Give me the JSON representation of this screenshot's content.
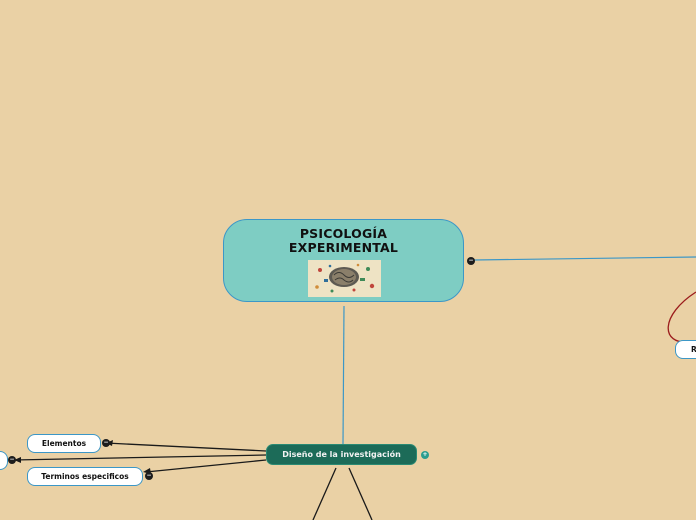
{
  "central_topic": {
    "title_line1": "PSICOLOGÍA",
    "title_line2": "EXPERIMENTAL"
  },
  "main_branch": {
    "label": "Diseño de la investigación"
  },
  "leaves": {
    "elementos": "Elementos",
    "terminos": "Terminos especificos",
    "right_partial": "R"
  },
  "colors": {
    "background": "#ead1a5",
    "central_fill": "#7ecdc3",
    "central_border": "#3c97c7",
    "branch_fill": "#1c6b58",
    "connector_blue": "#3c97c7",
    "connector_dark": "#1a1a1a",
    "connector_red": "#9b1c1c"
  }
}
